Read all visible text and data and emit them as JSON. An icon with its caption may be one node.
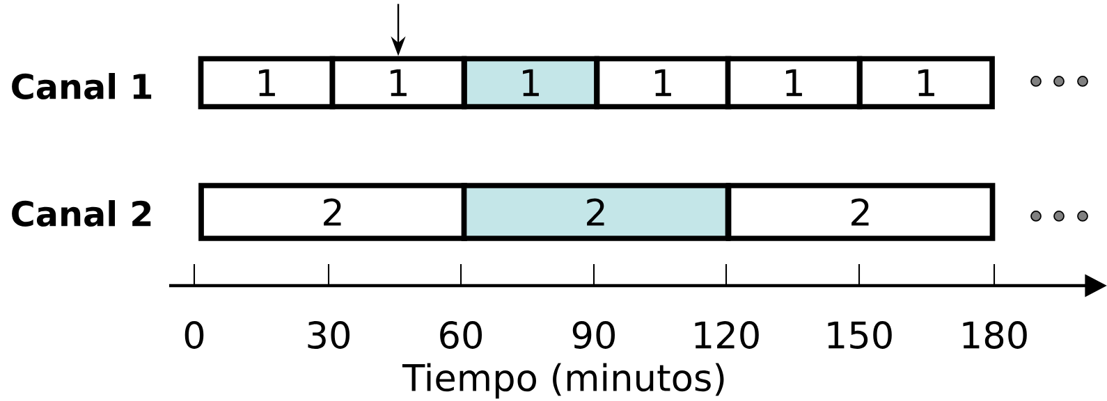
{
  "diagram": {
    "nodes": [
      {
        "text": [
          "1"
        ]
      },
      {
        "text": [
          "1"
        ]
      },
      {
        "text": [
          "1"
        ]
      },
      {
        "text": [
          "1"
        ]
      },
      {
        "text": [
          "1"
        ]
      },
      {
        "text": [
          "1"
        ]
      },
      {
        "text": [
          "2"
        ]
      },
      {
        "text": [
          "2"
        ]
      },
      {
        "text": [
          "2"
        ]
      }
    ],
    "edges": [
      {
        "from": null,
        "to": 1,
        "arrow": "to"
      }
    ],
    "labels": [
      "Canal 1",
      "Canal 2",
      "0",
      "30",
      "60",
      "90",
      "120",
      "150",
      "180",
      "Tiempo (minutos)"
    ]
  }
}
